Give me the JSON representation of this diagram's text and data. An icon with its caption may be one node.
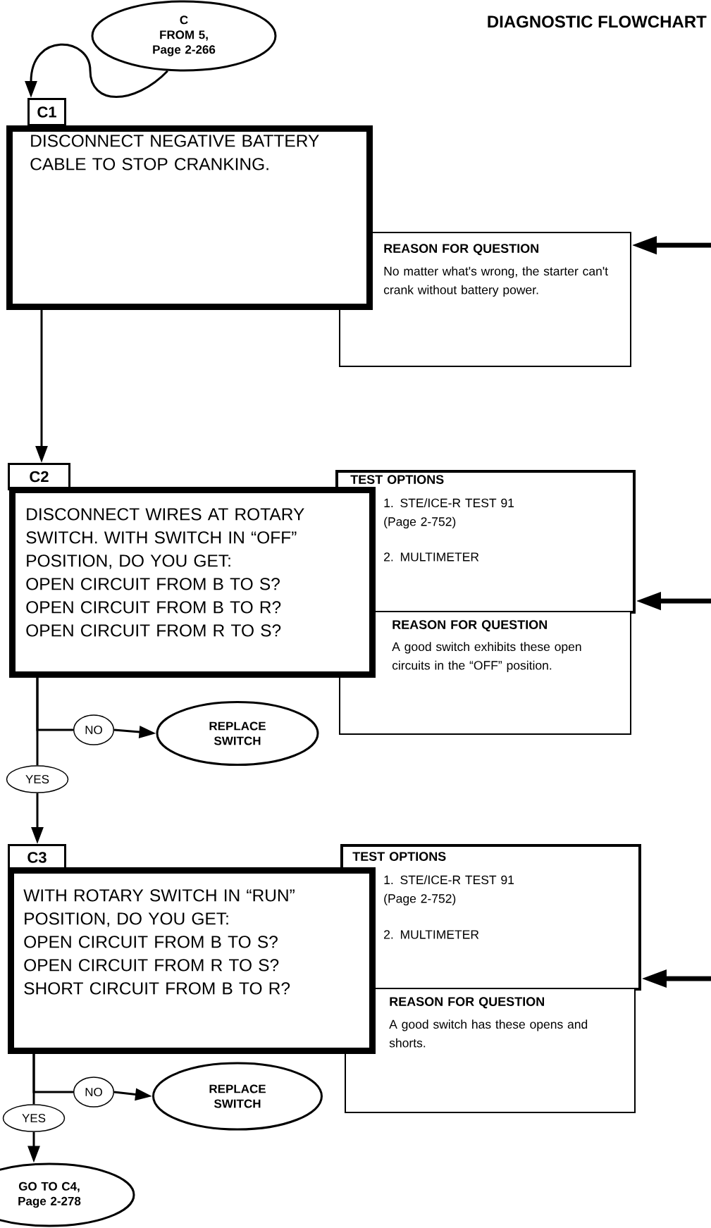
{
  "diagram": {
    "title": "DIAGNOSTIC FLOWCHART",
    "nodes": [
      {
        "text": [
          "C",
          "FROM 5, Page 2-266"
        ]
      },
      {
        "text": [
          "C1",
          "DISCONNECT NEGATIVE BATTERY CABLE TO STOP CRANKING."
        ]
      },
      {
        "text": [
          "REASON FOR QUESTION",
          "No matter what's wrong, the starter can't crank without battery power."
        ]
      },
      {
        "text": [
          "C2",
          "DISCONNECT WIRES AT ROTARY SWITCH. WITH SWITCH IN “OFF” POSITION, DO YOU GET:",
          "OPEN CIRCUIT FROM B TO S?",
          "OPEN CIRCUIT FROM B TO R?",
          "OPEN CIRCUIT FROM R TO S?"
        ]
      },
      {
        "text": [
          "TEST OPTIONS",
          "1. STE/ICE-R TEST 91 (Page 2-752)",
          "2. MULTIMETER"
        ]
      },
      {
        "text": [
          "REASON FOR QUESTION",
          "A good switch exhibits these open circuits in the “OFF” position."
        ]
      },
      {
        "text": [
          "NO"
        ]
      },
      {
        "text": [
          "REPLACE SWITCH"
        ]
      },
      {
        "text": [
          "YES"
        ]
      },
      {
        "text": [
          "C3",
          "WITH ROTARY SWITCH IN “RUN” POSITION, DO YOU GET:",
          "OPEN CIRCUIT FROM B TO S?",
          "OPEN CIRCUIT FROM R TO S?",
          "SHORT CIRCUIT FROM B TO R?"
        ]
      },
      {
        "text": [
          "TEST OPTIONS",
          "1. STE/ICE-R TEST 91 (Page 2-752)",
          "2. MULTIMETER"
        ]
      },
      {
        "text": [
          "REASON FOR QUESTION",
          "A good switch has these opens and shorts."
        ]
      },
      {
        "text": [
          "NO"
        ]
      },
      {
        "text": [
          "REPLACE SWITCH"
        ]
      },
      {
        "text": [
          "YES"
        ]
      },
      {
        "text": [
          "GO TO C4, Page 2-278"
        ]
      }
    ],
    "edges": [
      {
        "from": 0,
        "to": 1,
        "arrow": "to"
      },
      {
        "from": 1,
        "to": 3,
        "arrow": "to"
      },
      {
        "from": 3,
        "to": 6,
        "arrow": "none"
      },
      {
        "from": 6,
        "to": 7,
        "arrow": "to"
      },
      {
        "from": 3,
        "to": 8,
        "arrow": "none"
      },
      {
        "from": 8,
        "to": 9,
        "arrow": "to"
      },
      {
        "from": 9,
        "to": 12,
        "arrow": "none"
      },
      {
        "from": 12,
        "to": 13,
        "arrow": "to"
      },
      {
        "from": 9,
        "to": 14,
        "arrow": "none"
      },
      {
        "from": 14,
        "to": 15,
        "arrow": "to"
      },
      {
        "from": null,
        "to": 2,
        "arrow": "to",
        "style": "thick"
      },
      {
        "from": null,
        "to": 4,
        "arrow": "to",
        "style": "thick"
      },
      {
        "from": null,
        "to": 10,
        "arrow": "to",
        "style": "thick"
      }
    ]
  }
}
